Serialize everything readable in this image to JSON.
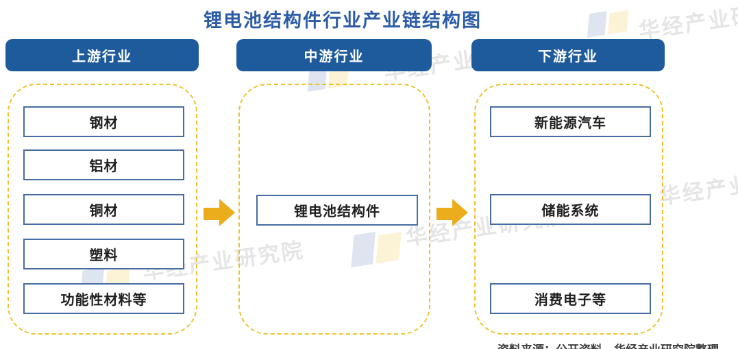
{
  "title": "锂电池结构件行业产业链结构图",
  "columns": [
    {
      "id": "upstream",
      "header": "上游行业",
      "items": [
        "钢材",
        "铝材",
        "铜材",
        "塑料",
        "功能性材料等"
      ]
    },
    {
      "id": "midstream",
      "header": "中游行业",
      "items": [
        "锂电池结构件"
      ]
    },
    {
      "id": "downstream",
      "header": "下游行业",
      "items": [
        "新能源汽车",
        "储能系统",
        "消费电子等"
      ]
    }
  ],
  "caption": "资料来源：公开资料，华经产业研究院整理",
  "watermark": {
    "text": "华经产业研究院"
  },
  "colors": {
    "title_text": "#2B5CA5",
    "header_fill": "#1E5B9D",
    "header_text": "#FFFFFF",
    "box_border": "#476CA4",
    "dashed_border": "#EEC12C",
    "arrow": "#EBAD1B"
  }
}
